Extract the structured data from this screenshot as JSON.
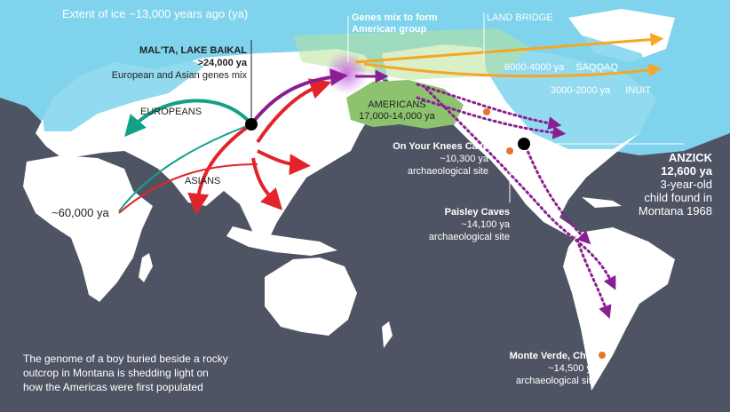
{
  "title": "Extent of ice ~13,000 years ago (ya)",
  "caption": {
    "line1": "The genome of a boy buried beside a rocky",
    "line2": "outcrop in Montana is shedding light on",
    "line3": "how the Americas were first populated"
  },
  "labels": {
    "genes_mix_line1": "Genes mix to form",
    "genes_mix_line2": "American group",
    "land_bridge": "LAND BRIDGE",
    "malta_name": "MAL'TA, LAKE BAIKAL",
    "malta_date": ">24,000 ya",
    "malta_desc": "European and Asian genes mix",
    "europeans": "EUROPEANS",
    "asians": "ASIANS",
    "africa_date": "~60,000 ya",
    "americans_name": "AMERICANS",
    "americans_date": "17,000-14,000 ya",
    "saqqaq_date": "6000-4000 ya",
    "saqqaq": "SAQQAQ",
    "inuit_date": "3000-2000 ya",
    "inuit": "INUIT",
    "knees_name": "On Your Knees Cave",
    "knees_date": "~10,300 ya",
    "knees_desc": "archaeological site",
    "anzick_name": "ANZICK",
    "anzick_date": "12,600 ya",
    "anzick_desc1": "3-year-old",
    "anzick_desc2": "child found in",
    "anzick_desc3": "Montana 1968",
    "paisley_name": "Paisley Caves",
    "paisley_date": "~14,100 ya",
    "paisley_desc": "archaeological site",
    "monte_name": "Monte Verde, Chile",
    "monte_date": "~14,500 ya",
    "monte_desc": "archaeological site"
  },
  "colors": {
    "ocean": "#4f5464",
    "land": "#ffffff",
    "ice": "#7fd3ec",
    "americans_region": "#8dc26f",
    "europeans_arrow": "#13a089",
    "asians_arrow": "#e3232b",
    "americans_arrow": "#8a1f92",
    "arctic_arrow": "#f5a623",
    "site_dot": "#e2762e"
  }
}
